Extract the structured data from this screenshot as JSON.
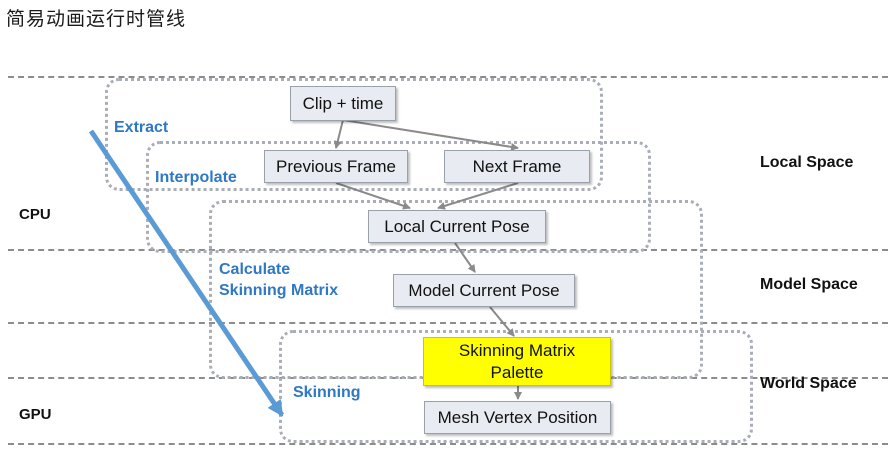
{
  "title": "简易动画运行时管线",
  "stages": {
    "extract": "Extract",
    "interpolate": "Interpolate",
    "calc_line1": "Calculate",
    "calc_line2": "Skinning Matrix",
    "skinning": "Skinning"
  },
  "boxes": {
    "clip_time": "Clip + time",
    "previous_frame": "Previous Frame",
    "next_frame": "Next Frame",
    "local_pose": "Local Current Pose",
    "model_pose": "Model Current Pose",
    "palette_line1": "Skinning Matrix",
    "palette_line2": "Palette",
    "mesh_vertex": "Mesh Vertex Position"
  },
  "spaces": {
    "local": "Local Space",
    "model": "Model Space",
    "world": "World Space"
  },
  "processors": {
    "cpu": "CPU",
    "gpu": "GPU"
  },
  "colors": {
    "stage_label": "#2f78c4",
    "flow_arrow": "#5b9bd5",
    "palette_box": "#ffff00",
    "box_fill": "#e8ebf2"
  }
}
